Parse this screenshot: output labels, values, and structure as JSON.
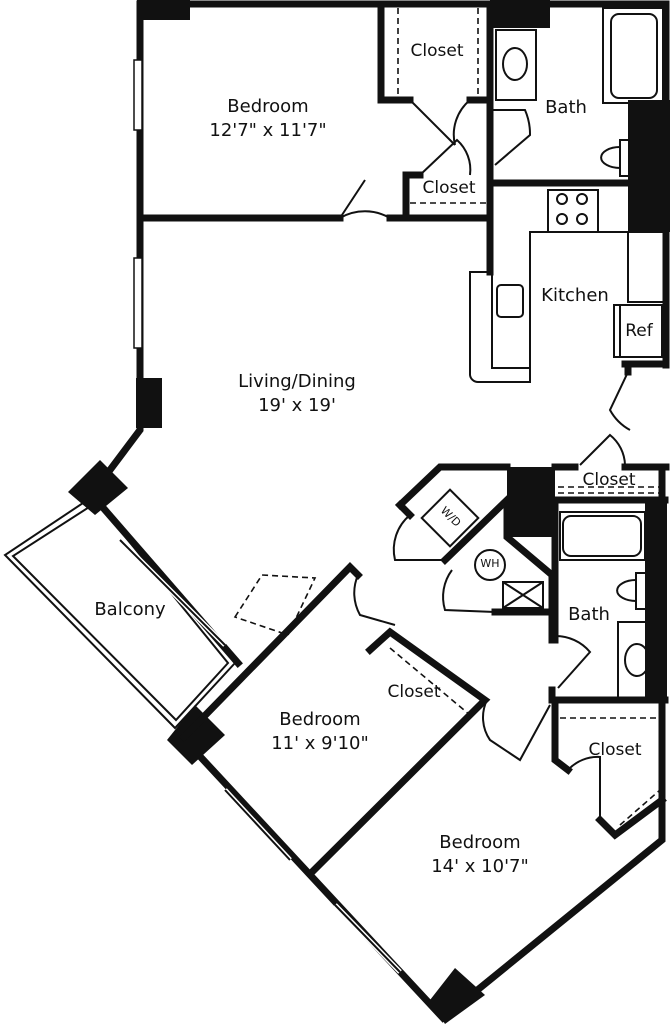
{
  "rooms": {
    "bedroom1": {
      "name": "Bedroom",
      "size": "12'7\" x 11'7\""
    },
    "living": {
      "name": "Living/Dining",
      "size": "19' x 19'"
    },
    "bedroom2": {
      "name": "Bedroom",
      "size": "11' x 9'10\""
    },
    "bedroom3": {
      "name": "Bedroom",
      "size": "14' x 10'7\""
    },
    "balcony": {
      "name": "Balcony"
    },
    "kitchen": {
      "name": "Kitchen"
    },
    "bath1": {
      "name": "Bath"
    },
    "bath2": {
      "name": "Bath"
    },
    "closet1": {
      "name": "Closet"
    },
    "closet2": {
      "name": "Closet"
    },
    "closet3": {
      "name": "Closet"
    },
    "closet4": {
      "name": "Closet"
    },
    "closet5": {
      "name": "Closet"
    }
  },
  "fixtures": {
    "ref": "Ref",
    "washer_dryer": "W/D",
    "water_heater": "WH"
  }
}
